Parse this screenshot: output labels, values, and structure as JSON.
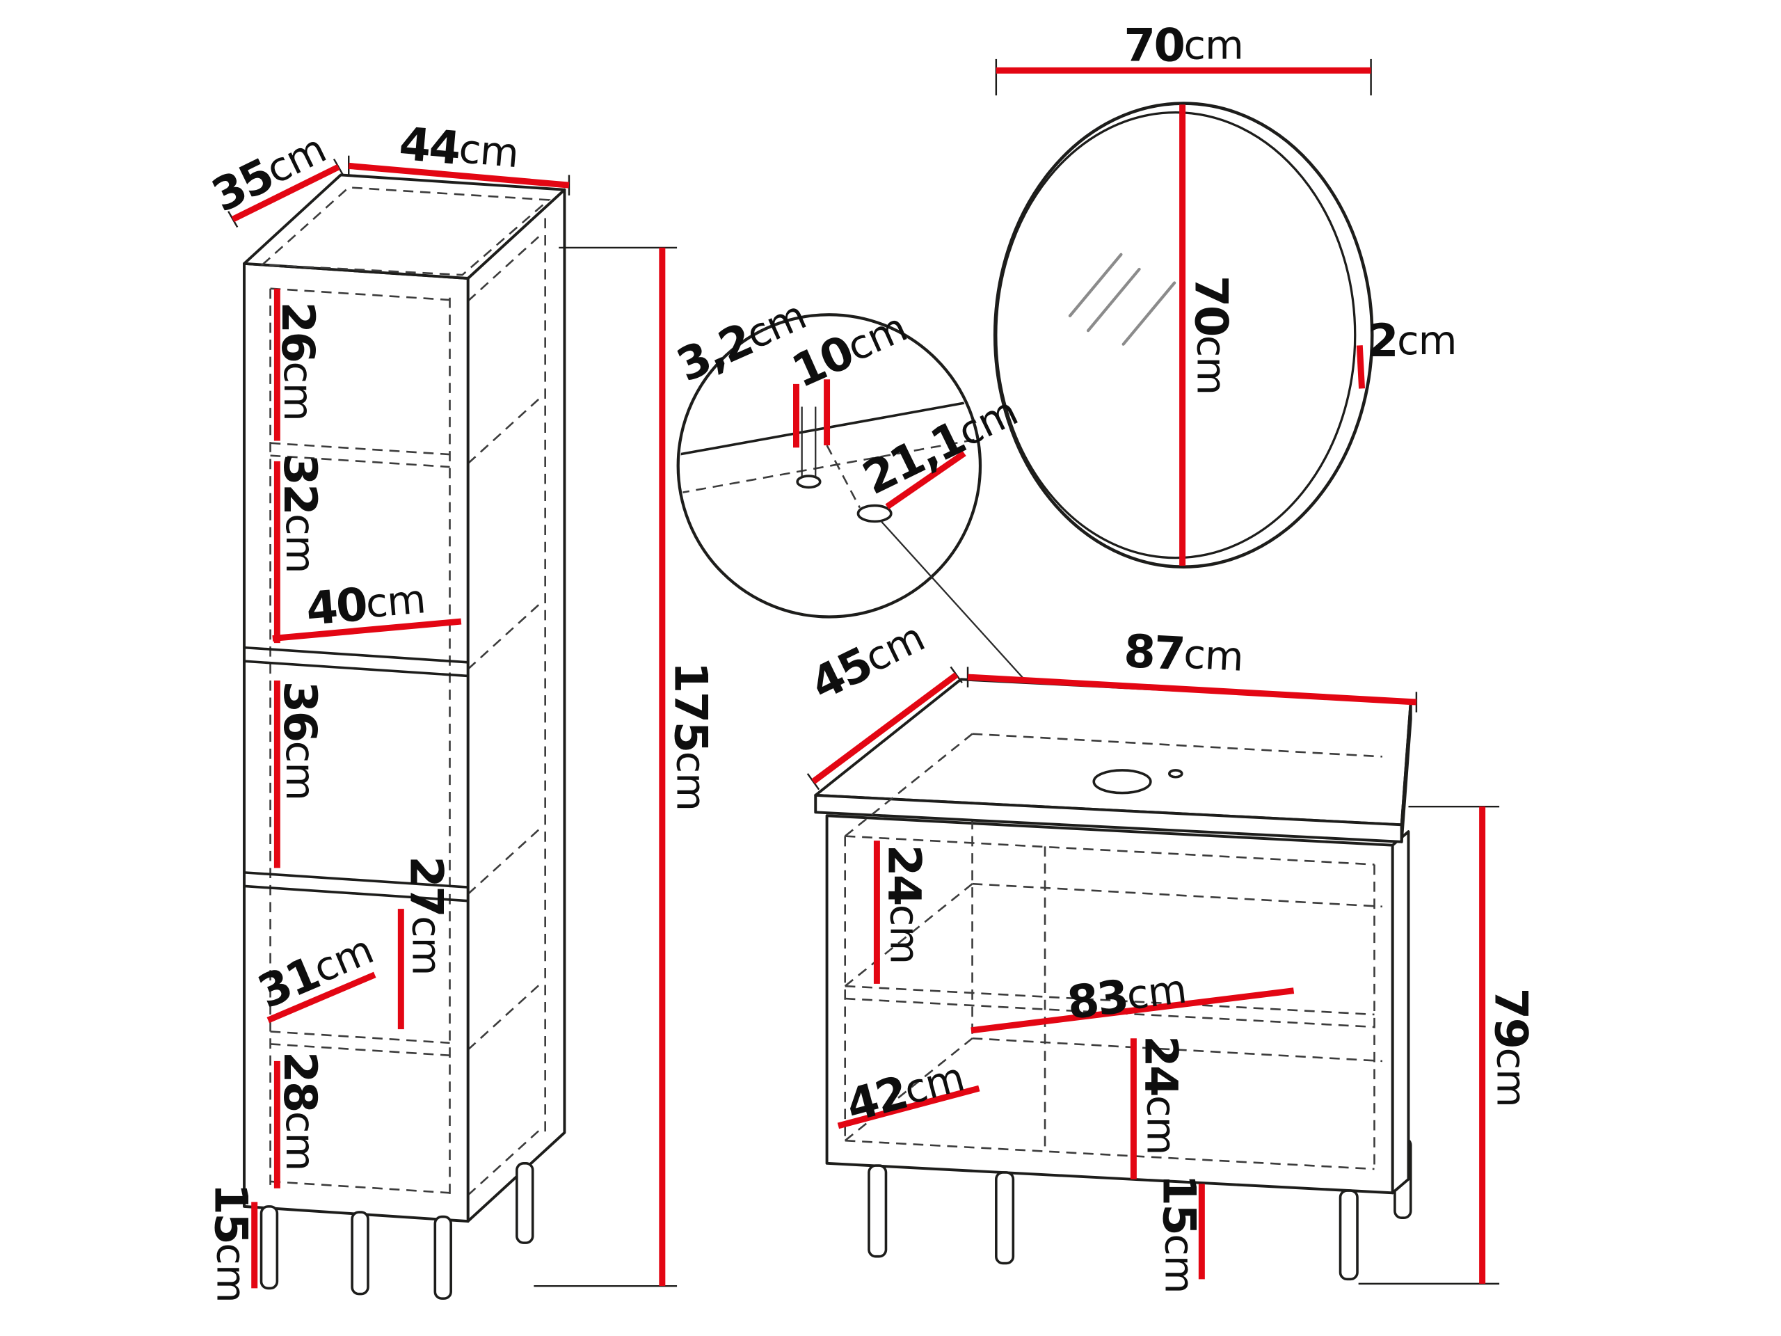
{
  "page": {
    "background": "#ffffff"
  },
  "diagram": {
    "accent_color": "#e30613",
    "line_color": "#1d1d1b",
    "unit": "cm"
  },
  "tall_cabinet": {
    "label": "tall bathroom cabinet",
    "depth": {
      "value": "35",
      "unit": "cm"
    },
    "width": {
      "value": "44",
      "unit": "cm"
    },
    "height": {
      "value": "175",
      "unit": "cm"
    },
    "compartment_1_height": {
      "value": "26",
      "unit": "cm"
    },
    "compartment_2_height": {
      "value": "32",
      "unit": "cm"
    },
    "inner_width": {
      "value": "40",
      "unit": "cm"
    },
    "compartment_3_height": {
      "value": "36",
      "unit": "cm"
    },
    "compartment_4_height": {
      "value": "27",
      "unit": "cm"
    },
    "inner_depth": {
      "value": "31",
      "unit": "cm"
    },
    "compartment_5_height": {
      "value": "28",
      "unit": "cm"
    },
    "leg_height": {
      "value": "15",
      "unit": "cm"
    }
  },
  "mirror": {
    "label": "round mirror",
    "width": {
      "value": "70",
      "unit": "cm"
    },
    "height": {
      "value": "70",
      "unit": "cm"
    },
    "depth": {
      "value": "2",
      "unit": "cm"
    }
  },
  "faucet_detail": {
    "label": "tap hole detail",
    "hole_diameter": {
      "value": "3,2",
      "unit": "cm"
    },
    "hole_spacing": {
      "value": "10",
      "unit": "cm"
    },
    "hole_offset": {
      "value": "21,1",
      "unit": "cm"
    }
  },
  "vanity_cabinet": {
    "label": "washbasin cabinet",
    "depth": {
      "value": "45",
      "unit": "cm"
    },
    "width": {
      "value": "87",
      "unit": "cm"
    },
    "height": {
      "value": "79",
      "unit": "cm"
    },
    "upper_inner_height": {
      "value": "24",
      "unit": "cm"
    },
    "inner_width": {
      "value": "83",
      "unit": "cm"
    },
    "lower_inner_height": {
      "value": "24",
      "unit": "cm"
    },
    "inner_depth": {
      "value": "42",
      "unit": "cm"
    },
    "leg_height": {
      "value": "15",
      "unit": "cm"
    }
  }
}
